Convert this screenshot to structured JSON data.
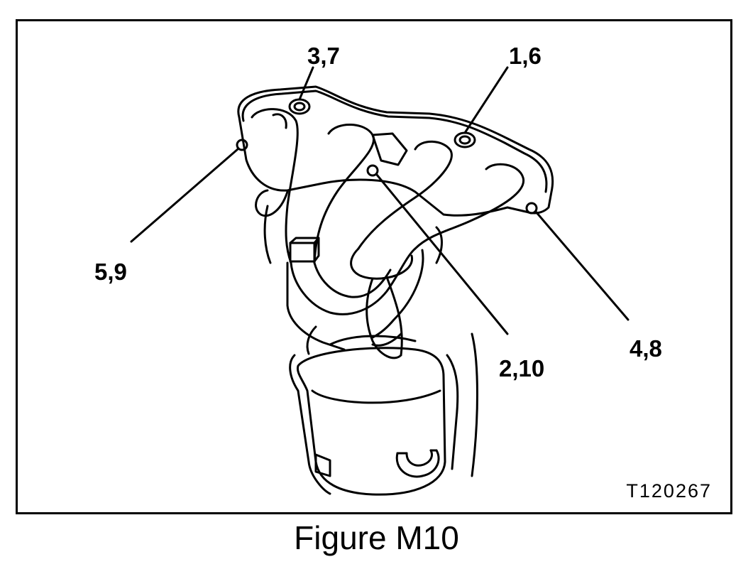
{
  "diagram": {
    "callouts": {
      "top_left": "3,7",
      "top_right": "1,6",
      "left": "5,9",
      "center": "2,10",
      "right": "4,8"
    },
    "figure_code": "T120267"
  },
  "caption": "Figure M10",
  "colors": {
    "line": "#000000",
    "background": "#ffffff"
  }
}
